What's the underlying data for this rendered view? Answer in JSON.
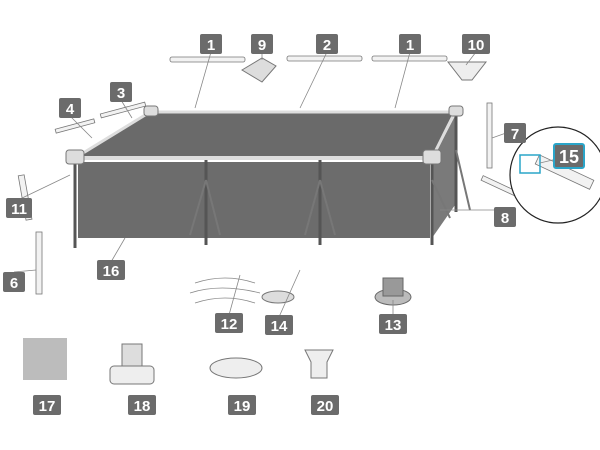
{
  "diagram": {
    "labels": {
      "p1a": "1",
      "p9": "9",
      "p2": "2",
      "p1b": "1",
      "p10": "10",
      "p4": "4",
      "p3": "3",
      "p7": "7",
      "p15": "15",
      "p11": "11",
      "p8": "8",
      "p6": "6",
      "p16": "16",
      "p12": "12",
      "p14": "14",
      "p13": "13",
      "p17": "17",
      "p18": "18",
      "p19": "19",
      "p20": "20"
    },
    "colors": {
      "label_bg": "#6b6b6b",
      "liner": "#666666",
      "highlight": "#2aa5c9"
    }
  }
}
